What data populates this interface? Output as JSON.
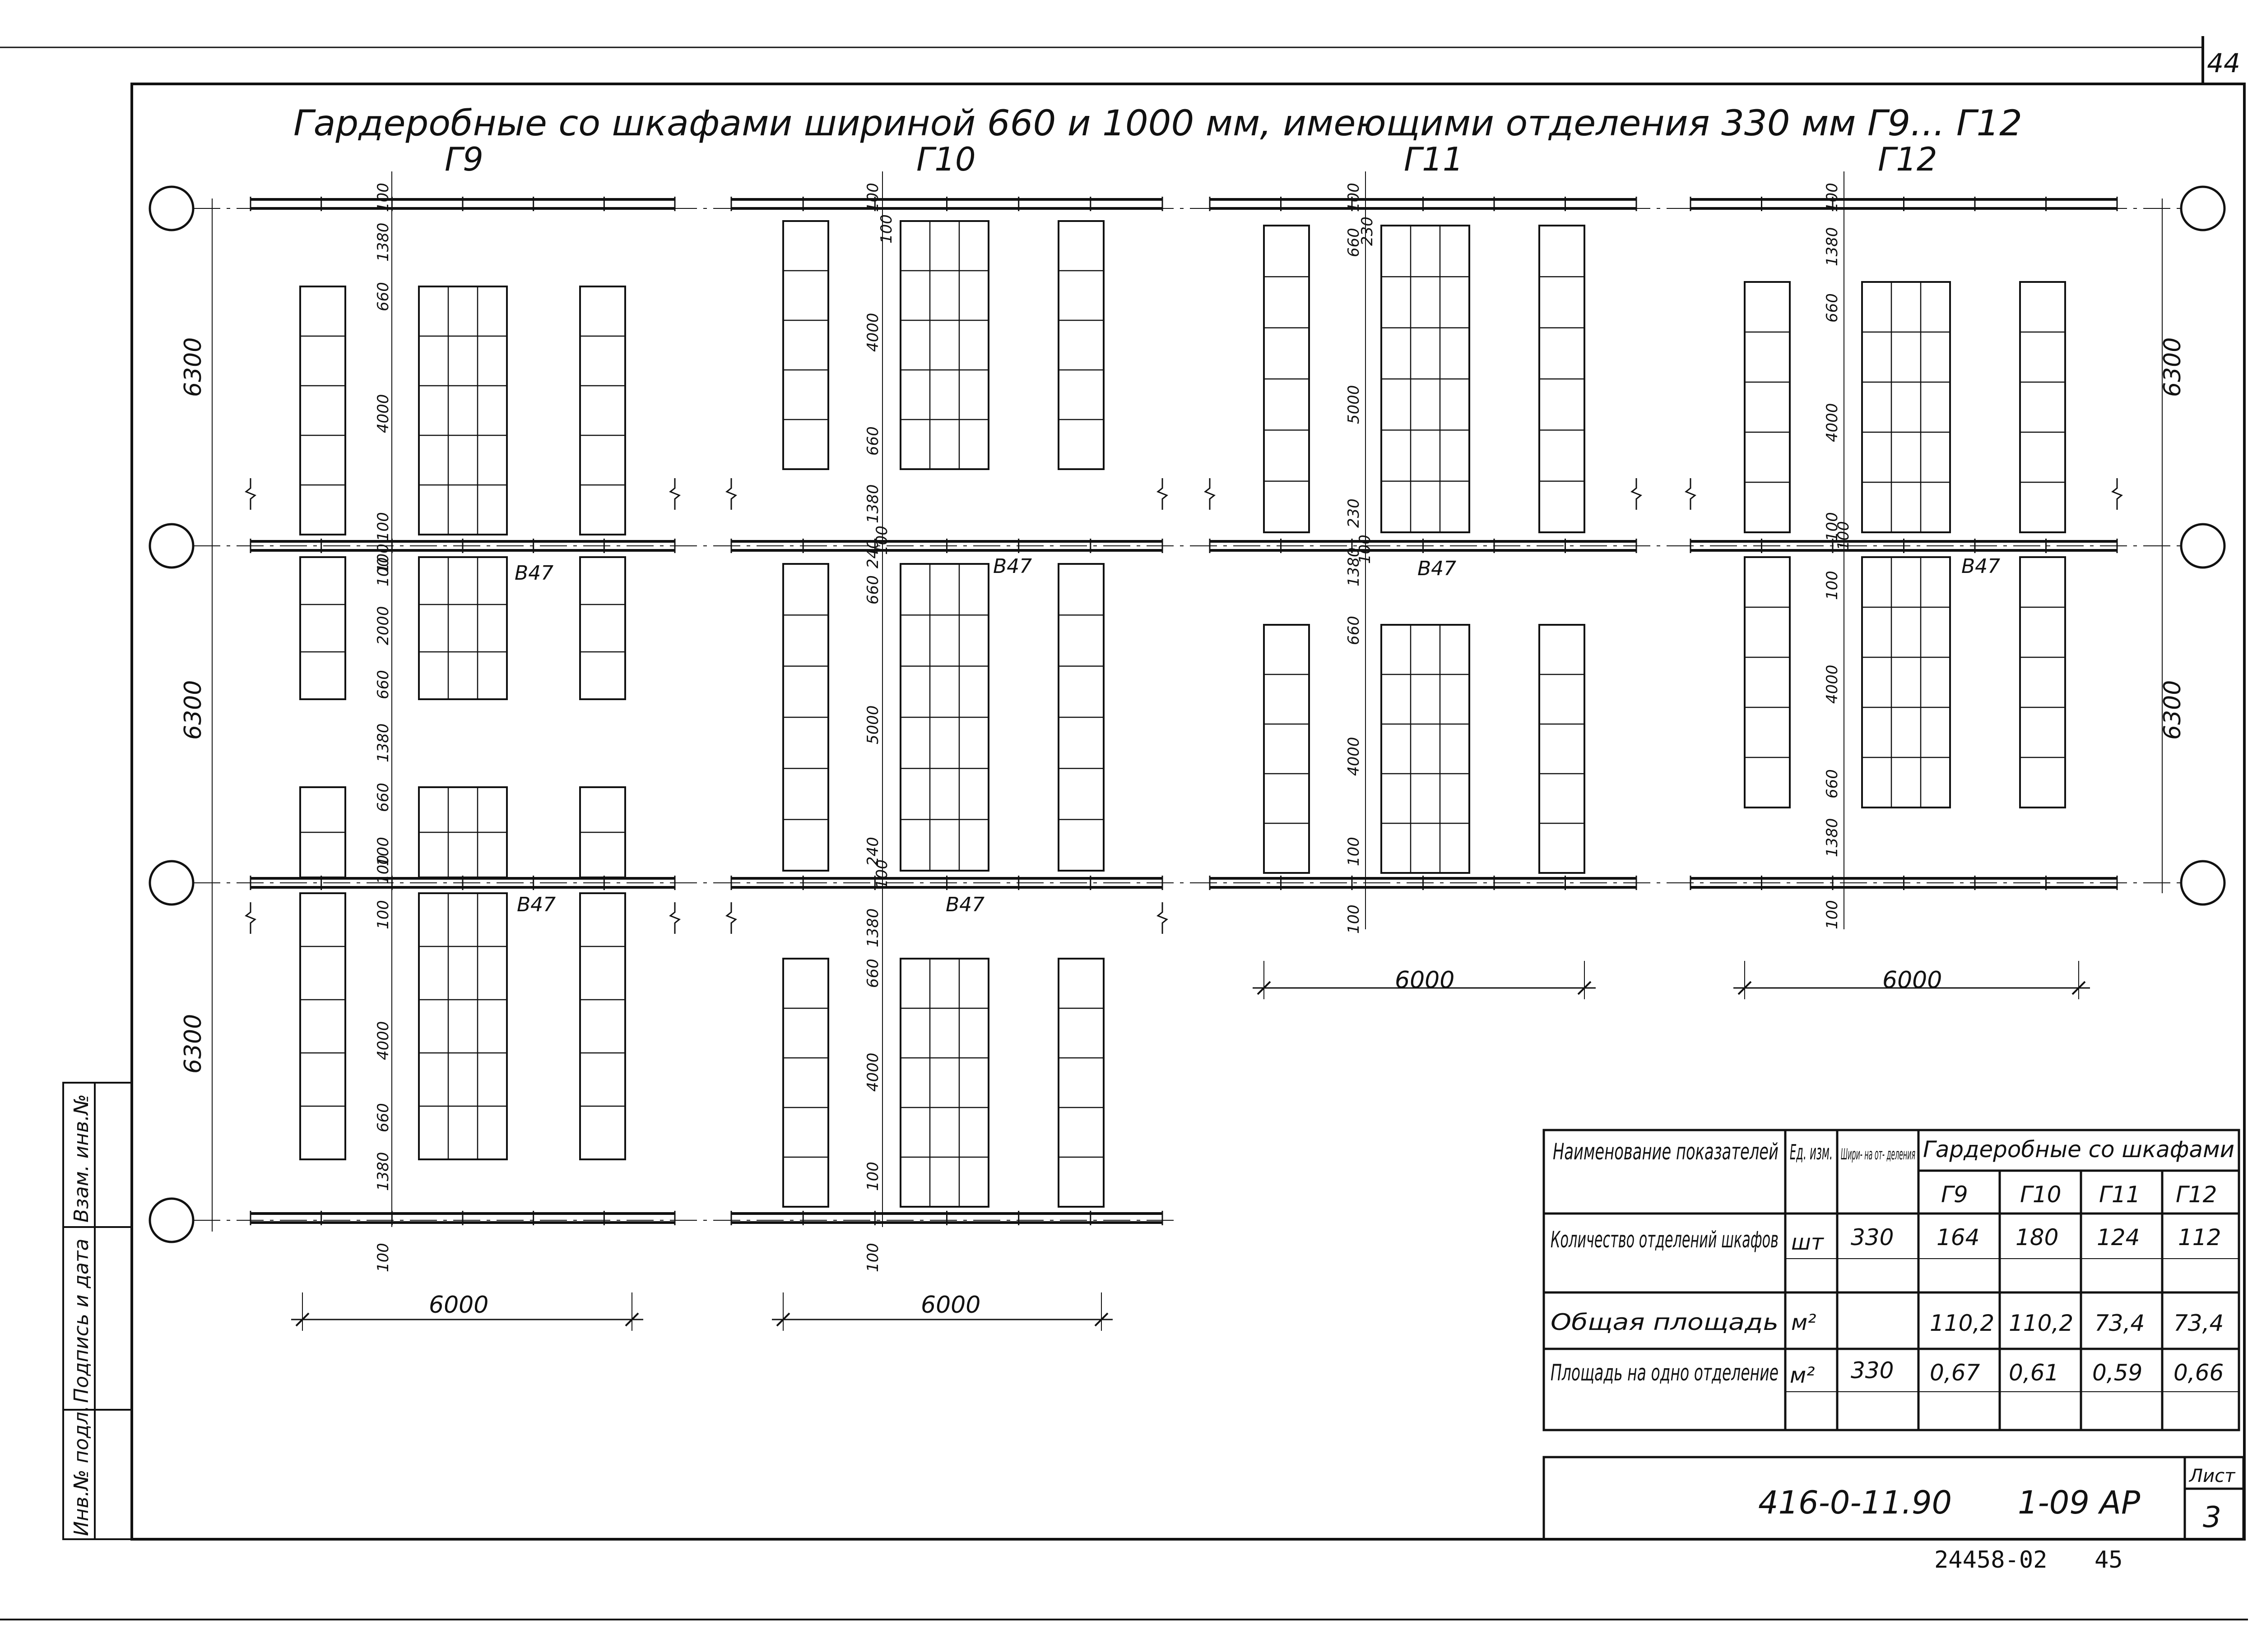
{
  "sheet": {
    "corner_number": "44",
    "title": "Гардеробные со шкафами шириной 660 и 1000 мм, имеющими отделения 330 мм Г9... Г12",
    "archive_number": "24458-02",
    "archive_page": "45"
  },
  "plans": [
    {
      "label": "Г9",
      "bay_dims": [
        "6300",
        "6300",
        "6300"
      ],
      "width_dim": "6000",
      "dims": [
        "100",
        "1380",
        "660",
        "4000",
        "100",
        "100",
        "100",
        "2000",
        "660",
        "1380",
        "660",
        "100",
        "100",
        "100",
        "4000",
        "660",
        "1380",
        "100"
      ],
      "marks": [
        "В47",
        "В47"
      ]
    },
    {
      "label": "Г10",
      "bay_dims": [],
      "width_dim": "6000",
      "dims": [
        "100",
        "100",
        "4000",
        "660",
        "1380",
        "100",
        "240",
        "660",
        "5000",
        "240",
        "100",
        "1380",
        "660",
        "4000",
        "100",
        "100"
      ],
      "marks": [
        "В47",
        "В47"
      ]
    },
    {
      "label": "Г11",
      "bay_dims": [],
      "width_dim": "6000",
      "dims": [
        "100",
        "660",
        "230",
        "5000",
        "230",
        "100",
        "1380",
        "660",
        "4000",
        "100",
        "100"
      ],
      "marks": [
        "В47"
      ]
    },
    {
      "label": "Г12",
      "bay_dims": [
        "6300",
        "6300"
      ],
      "width_dim": "6000",
      "dims": [
        "100",
        "1380",
        "660",
        "4000",
        "100",
        "100",
        "100",
        "4000",
        "660",
        "1380",
        "100"
      ],
      "marks": [
        "В47"
      ]
    }
  ],
  "table": {
    "head": {
      "name": "Наименование показателей",
      "unit": "Ед. изм.",
      "width": "Шири- на от- деления",
      "group": "Гардеробные со шкафами",
      "cols": [
        "Г9",
        "Г10",
        "Г11",
        "Г12"
      ]
    },
    "rows": [
      {
        "name": "Количество отделений шкафов",
        "unit": "шт",
        "width": "330",
        "values": [
          "164",
          "180",
          "124",
          "112"
        ]
      },
      {
        "name": "Общая площадь",
        "unit": "м²",
        "width": "",
        "values": [
          "110,2",
          "110,2",
          "73,4",
          "73,4"
        ]
      },
      {
        "name": "Площадь на одно отделение",
        "unit": "м²",
        "width": "330",
        "values": [
          "0,67",
          "0,61",
          "0,59",
          "0,66"
        ]
      }
    ]
  },
  "stamp": {
    "code": "416-0-11.90",
    "section": "1-09 АР",
    "sheet_label": "Лист",
    "sheet_no": "3"
  },
  "side_stamp": [
    "Инв.№ подл.",
    "Подпись и дата",
    "Взам. инв.№"
  ]
}
